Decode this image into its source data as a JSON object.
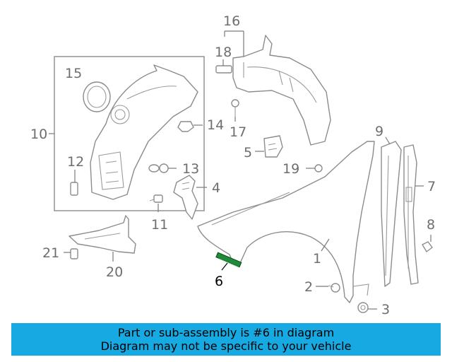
{
  "diagram": {
    "callouts": {
      "c1": "1",
      "c2": "2",
      "c3": "3",
      "c4": "4",
      "c5": "5",
      "c6": "6",
      "c7": "7",
      "c8": "8",
      "c9": "9",
      "c10": "10",
      "c11": "11",
      "c12": "12",
      "c13": "13",
      "c14": "14",
      "c15": "15",
      "c16": "16",
      "c17": "17",
      "c18": "18",
      "c19": "19",
      "c20": "20",
      "c21": "21"
    },
    "highlighted_part": "6",
    "highlight_color": "#1f8a3a"
  },
  "banner": {
    "line1": "Part or sub-assembly is #6 in diagram",
    "line2": "Diagram may not be specific to your vehicle",
    "background": "#17a9e1"
  }
}
